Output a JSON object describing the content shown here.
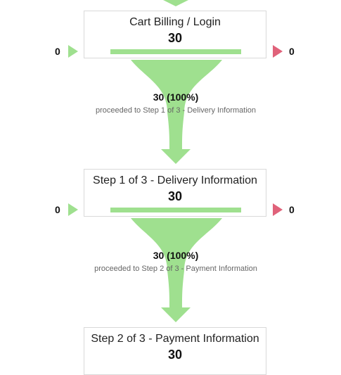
{
  "chart_data": {
    "type": "funnel",
    "steps": [
      {
        "name": "Cart Billing / Login",
        "value": 30,
        "entrances": 0,
        "exits": 0
      },
      {
        "name": "Step 1 of 3 - Delivery Information",
        "value": 30,
        "entrances": 0,
        "exits": 0
      },
      {
        "name": "Step 2 of 3 - Payment Information",
        "value": 30
      }
    ],
    "transitions": [
      {
        "count": 30,
        "percent": 100,
        "label": "30 (100%)",
        "description": "proceeded to Step 1 of 3 - Delivery Information"
      },
      {
        "count": 30,
        "percent": 100,
        "label": "30 (100%)",
        "description": "proceeded to Step 2 of 3 - Payment Information"
      }
    ],
    "colors": {
      "flow": "#9fe08f",
      "entrance_arrow": "#9fe08f",
      "exit_arrow": "#e0627a",
      "box_border": "#d9d9d9"
    }
  }
}
